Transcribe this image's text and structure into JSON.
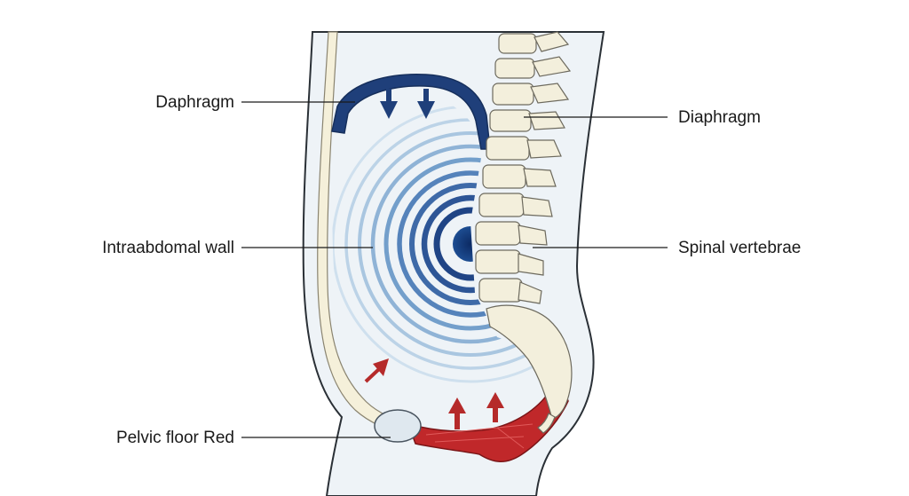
{
  "labels": {
    "left_top": "Daphragm",
    "left_middle": "Intraabdomal wall",
    "left_bottom": "Pelvic floor Red",
    "right_top": "Diaphragm",
    "right_middle": "Spinal vertebrae"
  },
  "colors": {
    "background": "#ffffff",
    "body_fill": "#eef3f7",
    "body_outline": "#2a3036",
    "diaphragm": "#1f3f7a",
    "pressure_light": "#b9d2e6",
    "pressure_dark": "#183a78",
    "pelvic_floor": "#c0282a",
    "pressure_arrow_up": "#b52a2a",
    "bone": "#f3efdc",
    "bone_outline": "#6d6a5e",
    "abdominal_wall": "#f5f0da"
  },
  "icons": {
    "diaphragm_arrows": "arrow-down-icon",
    "pelvic_arrows": "arrow-up-icon"
  }
}
